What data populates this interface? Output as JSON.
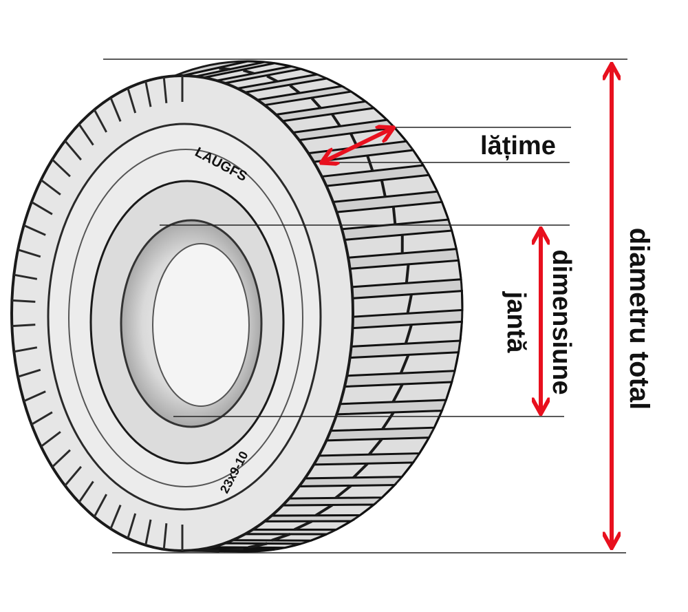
{
  "labels": {
    "width": "lățime",
    "rim_line1": "dimensiune",
    "rim_line2": "jantă",
    "total_diameter": "diametru total"
  },
  "tire": {
    "brand_text": "LAUGFS",
    "size_text": "23x9-10"
  },
  "colors": {
    "arrow": "#e8101e",
    "lines": "#222222",
    "tire_light": "#e6e6e6",
    "tire_dark": "#1a1a1a"
  }
}
